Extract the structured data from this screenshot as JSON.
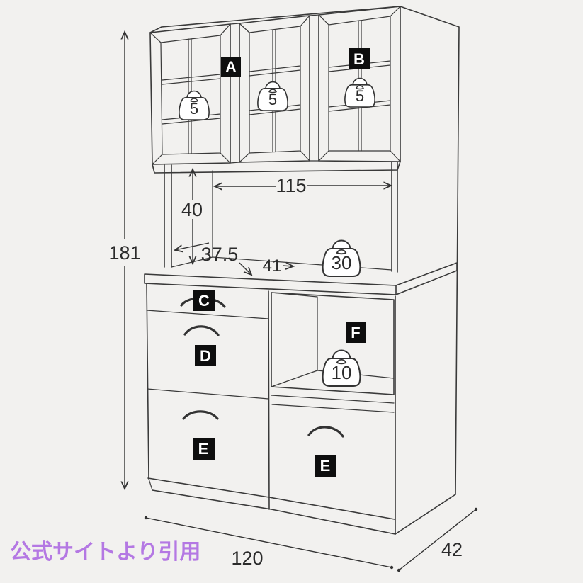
{
  "caption": {
    "text": "公式サイトより引用"
  },
  "dimensions": {
    "total_height": "181",
    "niche_width": "115",
    "niche_height": "40",
    "upper_depth": "37.5",
    "counter_clearance": "41",
    "total_width": "120",
    "total_depth": "42"
  },
  "section_labels": {
    "a": "A",
    "b": "B",
    "c": "C",
    "d": "D",
    "e_left": "E",
    "e_right": "E",
    "f": "F"
  },
  "load_weights": {
    "upper_left": "5",
    "upper_center": "5",
    "upper_right": "5",
    "counter": "30",
    "niche": "10"
  },
  "colors": {
    "background": "#f2f1ef",
    "line": "#3a3a3a",
    "label_background": "#0e0e0e",
    "label_text": "#ffffff",
    "caption_text": "#b478e3",
    "weight_fill": "#ffffff"
  }
}
